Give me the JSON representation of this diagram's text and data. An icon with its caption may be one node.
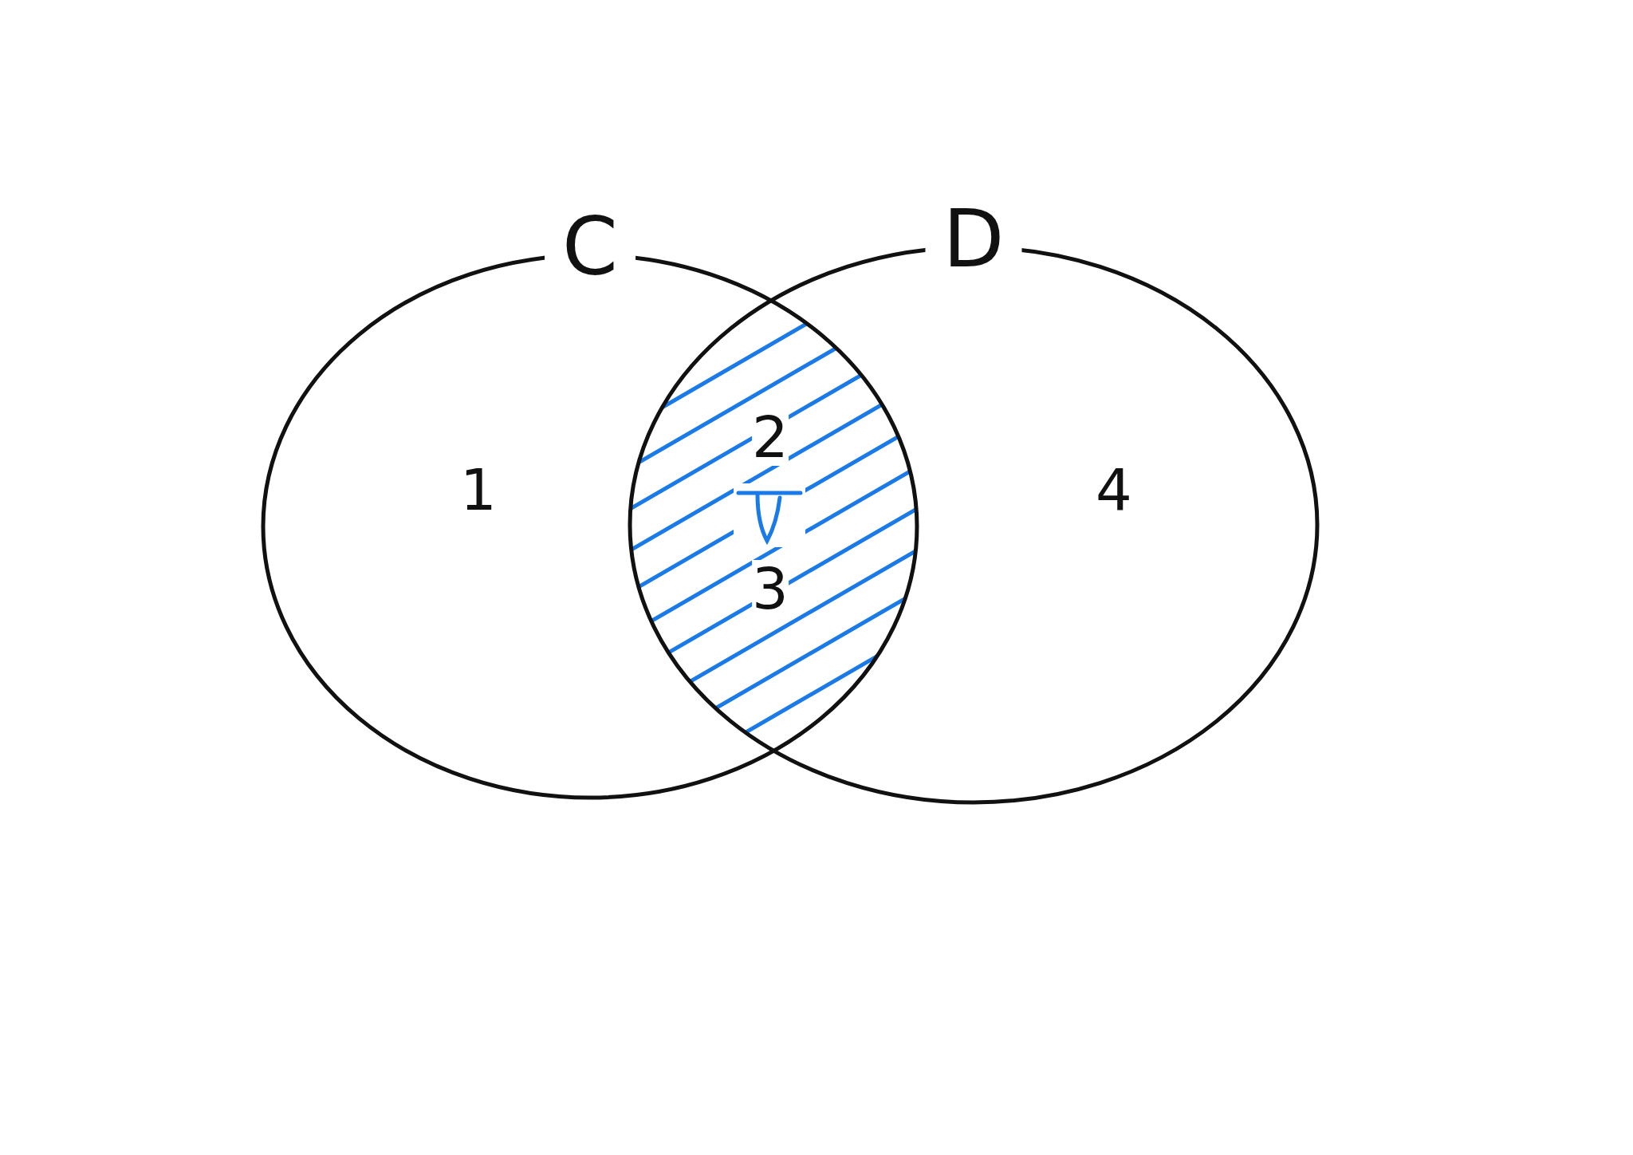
{
  "diagram": {
    "nodes": [
      {
        "text": [
          "C"
        ]
      },
      {
        "text": [
          "D"
        ]
      }
    ],
    "edges": [],
    "labels": [
      "1",
      "2",
      "3",
      "4"
    ]
  }
}
